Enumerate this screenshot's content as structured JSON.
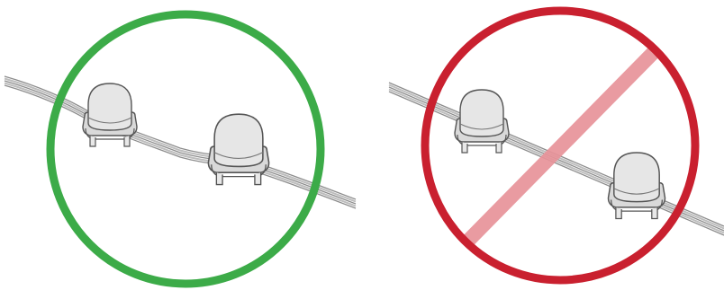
{
  "panels": [
    {
      "id": "correct",
      "indicator": "check",
      "ring_color": "#3cab48",
      "wire_color": "#9a9a9a",
      "node_fill": "#e4e4e4",
      "node_stroke": "#5a5a5a"
    },
    {
      "id": "incorrect",
      "indicator": "prohibited",
      "ring_color": "#c9202f",
      "slash_color": "#e8939a",
      "wire_color": "#9a9a9a",
      "node_fill": "#e4e4e4",
      "node_stroke": "#5a5a5a"
    }
  ]
}
